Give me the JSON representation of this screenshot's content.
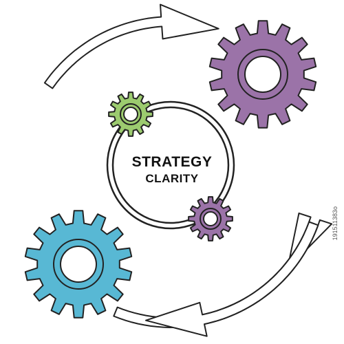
{
  "center": {
    "line1": "STRATEGY",
    "line2": "CLARITY"
  },
  "stock_id": "191511383o",
  "colors": {
    "outline": "#222222",
    "purple": "#9b73a8",
    "teal": "#58b8d4",
    "green": "#9ccb6f",
    "arrow_fill": "#ffffff"
  },
  "icons": [
    "purple-gear-icon",
    "teal-gear-icon",
    "green-gear-icon",
    "small-purple-gear-icon",
    "arrow-icon"
  ]
}
